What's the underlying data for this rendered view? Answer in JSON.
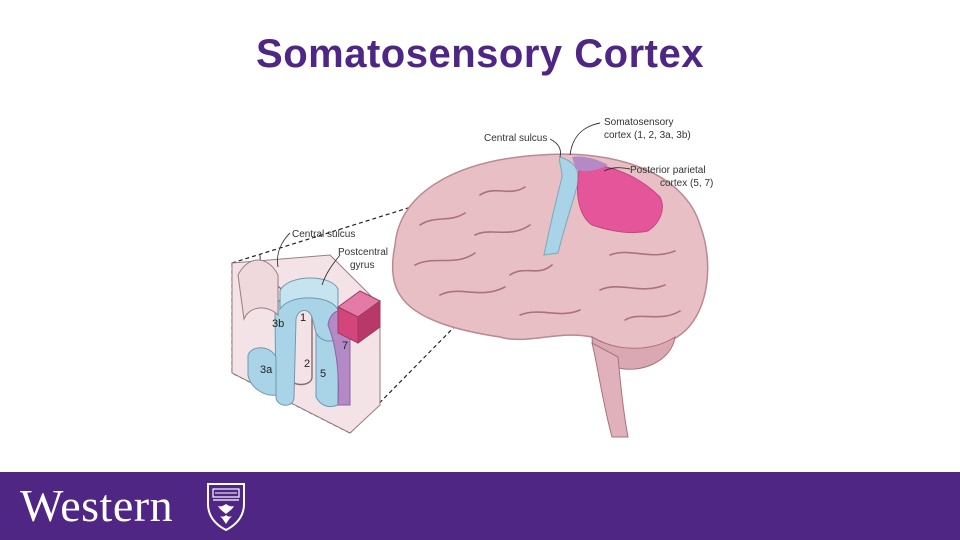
{
  "slide": {
    "title": "Somatosensory Cortex"
  },
  "figure": {
    "labels": {
      "central_sulcus_top": "Central sulcus",
      "somatosensory_line1": "Somatosensory",
      "somatosensory_line2": "cortex (1, 2, 3a, 3b)",
      "posterior_line1": "Posterior parietal",
      "posterior_line2": "cortex (5, 7)",
      "central_sulcus_inset": "Central sulcus",
      "postcentral_line1": "Postcentral",
      "postcentral_line2": "gyrus"
    },
    "areas": {
      "a1": "1",
      "a2": "2",
      "a3a": "3a",
      "a3b": "3b",
      "a5": "5",
      "a7": "7"
    },
    "colors": {
      "brain": "#e9bfc6",
      "somatosensory": "#a9d3e6",
      "posterior": "#e5559a",
      "area5": "#b48ac6",
      "area7": "#d4457c"
    }
  },
  "footer": {
    "wordmark": "Western",
    "crest_icon": "western-crest-icon",
    "color": "#4f2683"
  }
}
